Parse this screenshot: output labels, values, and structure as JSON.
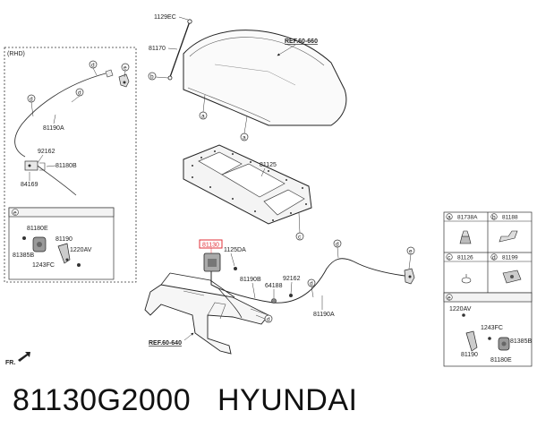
{
  "caption": {
    "part_number": "81130G2000",
    "brand": "HYUNDAI"
  },
  "highlight_color": "#e0303a",
  "rhd_box": {
    "title": "(RHD)",
    "labels": {
      "cable": "81190A",
      "spring": "92162",
      "handle_assy": "81180B",
      "bracket": "84169"
    },
    "callouts": [
      "d",
      "d",
      "d",
      "e"
    ]
  },
  "rhd_detail_e": {
    "callout": "e",
    "labels": {
      "latch": "81180E",
      "bolt_a": "81385B",
      "lever": "81190",
      "screw": "1220AV",
      "bolt_b": "1243FC"
    }
  },
  "main": {
    "labels": {
      "stay_clip": "1129EC",
      "stay_rod": "81170",
      "hood_ref": "REF.60-660",
      "insulator": "81125",
      "latch_assy": "81130",
      "bolt": "1125DA",
      "cable_guide": "81190B",
      "grommet": "64188",
      "spring": "92162",
      "cable": "81190A",
      "panel_ref": "REF.60-640",
      "front": "FR."
    },
    "callouts": [
      "b",
      "a",
      "a",
      "c",
      "d",
      "e",
      "d",
      "d"
    ]
  },
  "legend_grid": [
    {
      "callout": "a",
      "part": "81738A"
    },
    {
      "callout": "b",
      "part": "81188"
    },
    {
      "callout": "c",
      "part": "81126"
    },
    {
      "callout": "d",
      "part": "81199"
    }
  ],
  "legend_detail_e": {
    "callout": "e",
    "labels": {
      "screw": "1220AV",
      "bolt": "1243FC",
      "bolt_b": "81385B",
      "lever": "81190",
      "latch": "81180E"
    }
  }
}
